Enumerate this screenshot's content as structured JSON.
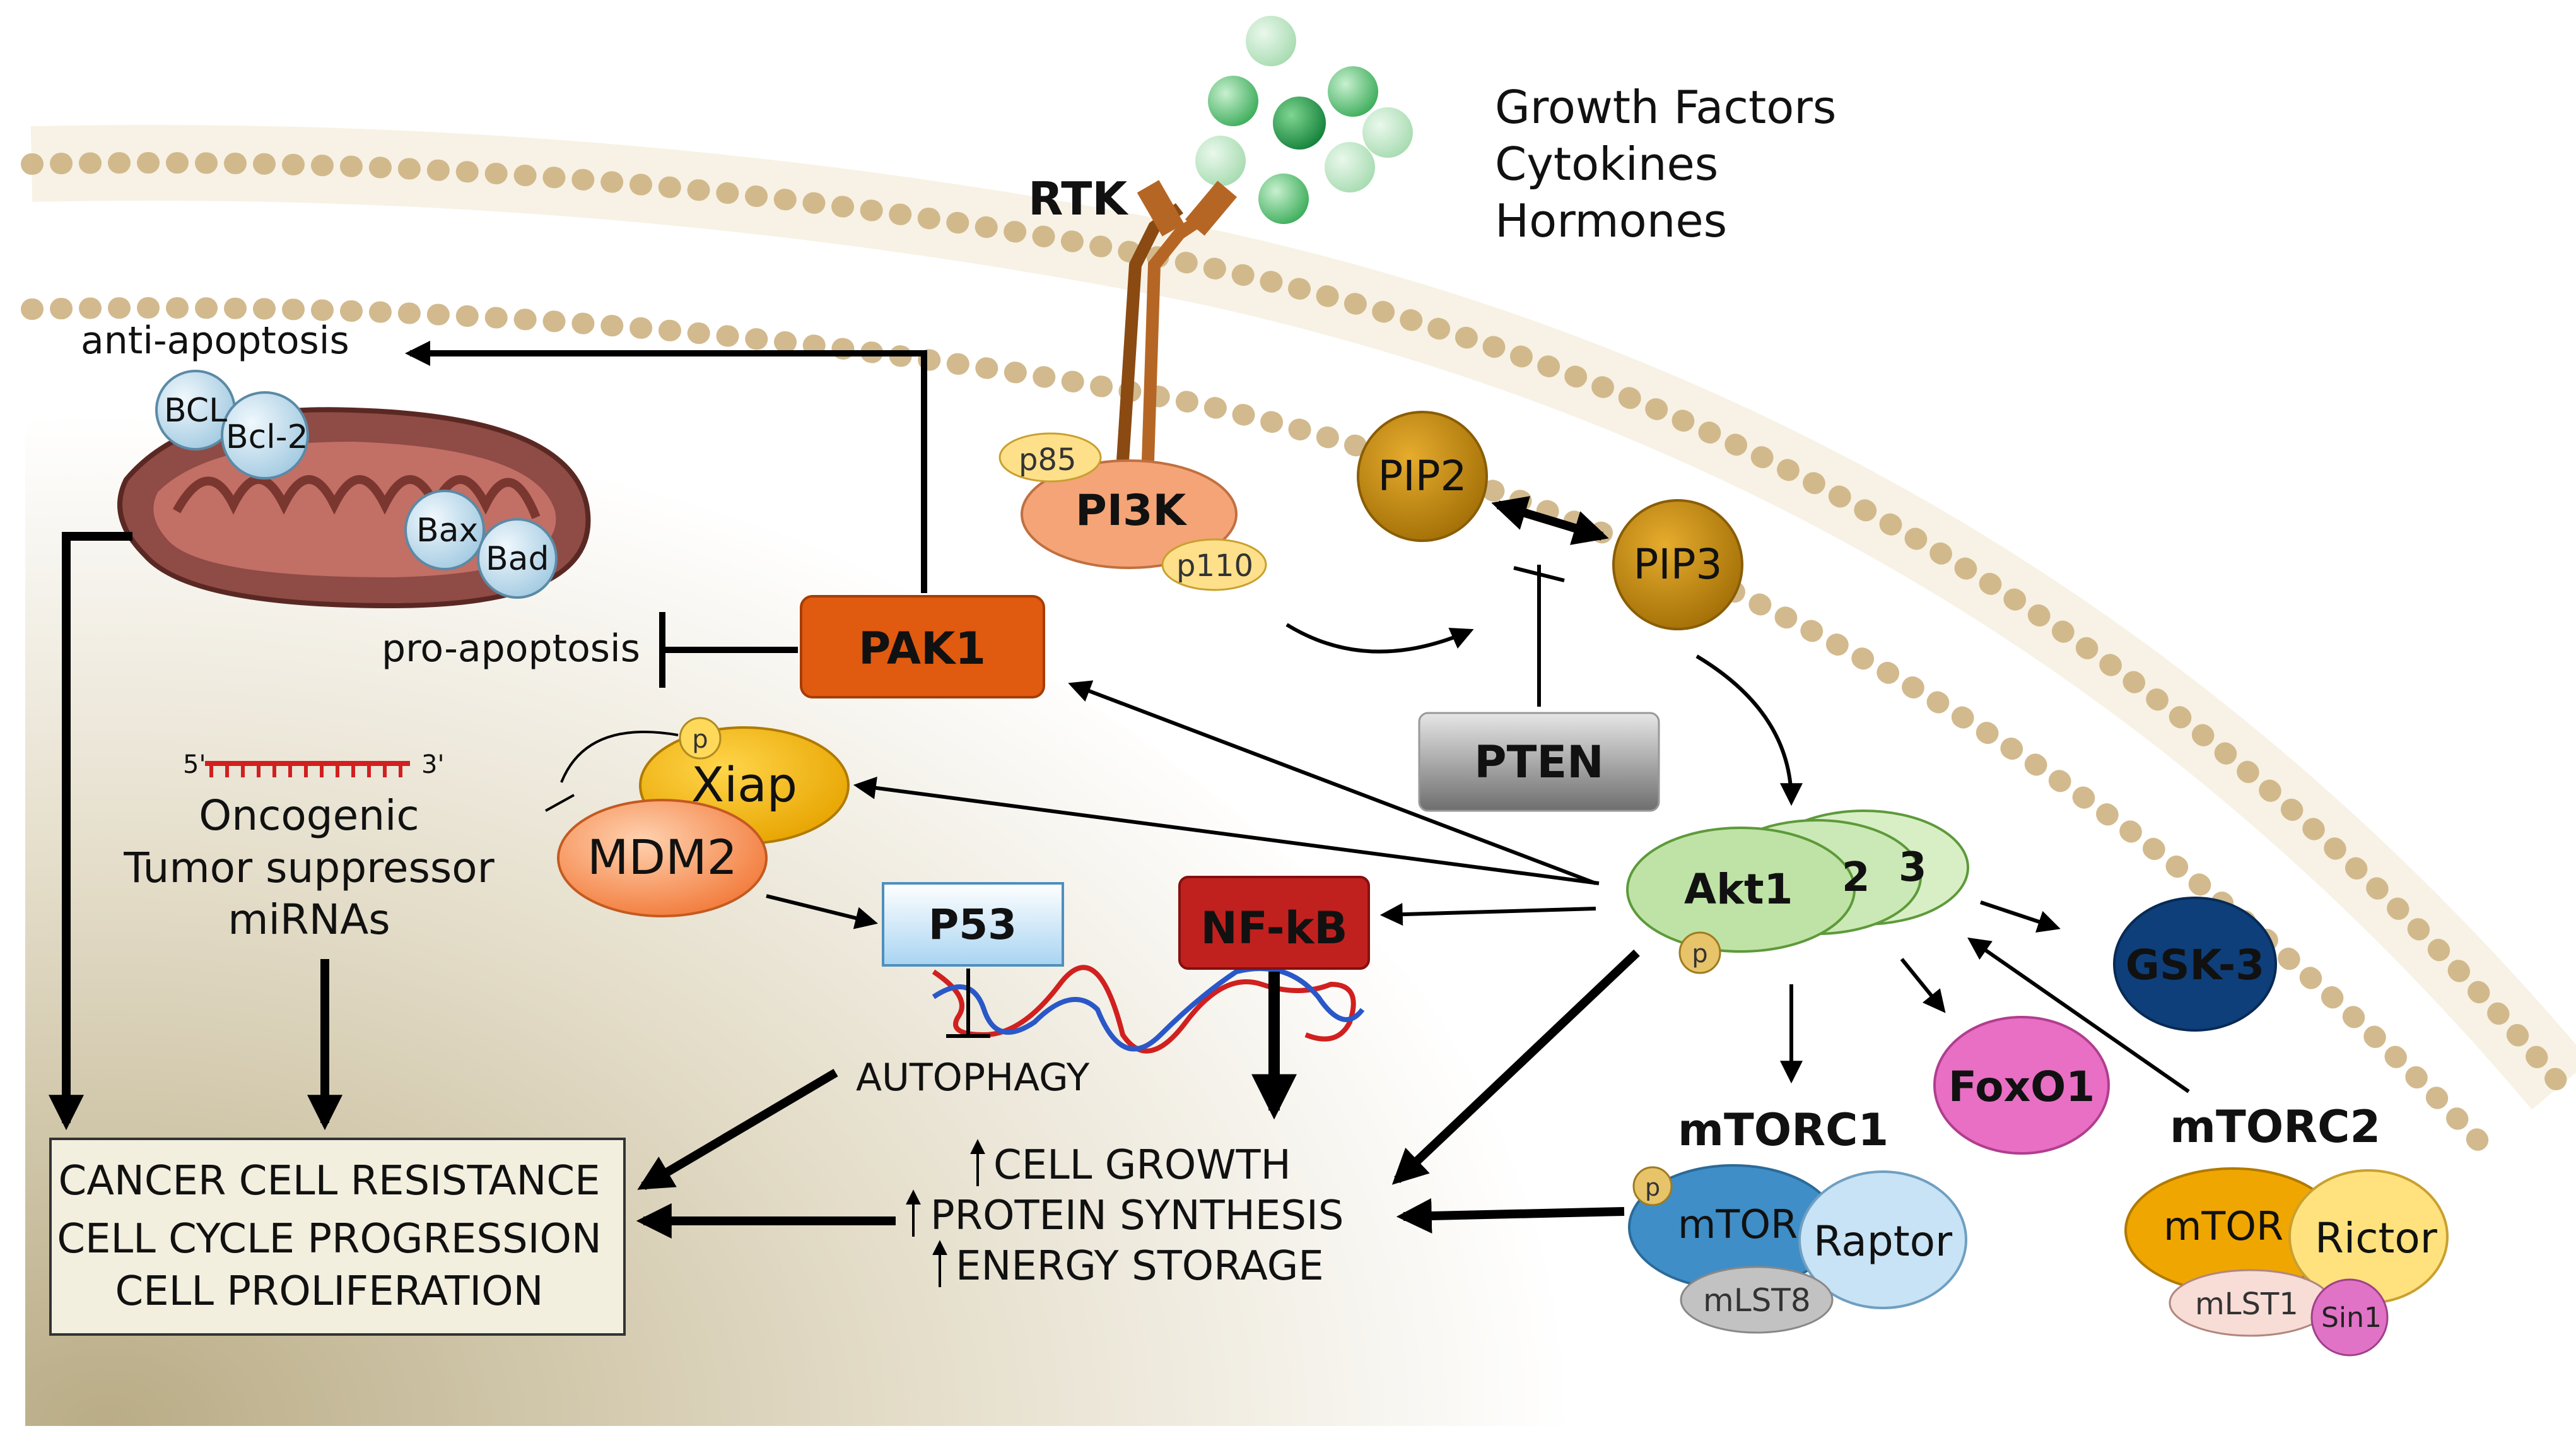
{
  "ligands": {
    "line1": "Growth Factors",
    "line2": "Cytokines",
    "line3": "Hormones"
  },
  "receptor": {
    "label": "RTK"
  },
  "pi3k": {
    "label": "PI3K",
    "sub1": "p85",
    "sub2": "p110"
  },
  "lipids": {
    "pip2": "PIP2",
    "pip3": "PIP3"
  },
  "pten": {
    "label": "PTEN"
  },
  "pak1": {
    "label": "PAK1"
  },
  "apoptosis": {
    "anti": "anti-apoptosis",
    "pro": "pro-apoptosis"
  },
  "mito": {
    "bcl": "BCL",
    "bcl2": "Bcl-2",
    "bax": "Bax",
    "bad": "Bad"
  },
  "mirna": {
    "five_prime": "5'",
    "three_prime": "3'",
    "line1": "Oncogenic",
    "line2": "Tumor suppressor",
    "line3": "miRNAs"
  },
  "xiap": {
    "label": "Xiap",
    "phospho": "p"
  },
  "mdm2": {
    "label": "MDM2"
  },
  "p53": {
    "label": "P53"
  },
  "nfkb": {
    "label": "NF-kB"
  },
  "autophagy": {
    "label": "AUTOPHAGY"
  },
  "akt": {
    "akt1": "Akt1",
    "akt2": "2",
    "akt3": "3",
    "phospho": "p"
  },
  "gsk3": {
    "label": "GSK-3"
  },
  "foxo1": {
    "label": "FoxO1"
  },
  "mtorc1": {
    "title": "mTORC1",
    "mtor": "mTOR",
    "raptor": "Raptor",
    "mlst8": "mLST8",
    "phospho": "p"
  },
  "mtorc2": {
    "title": "mTORC2",
    "mtor": "mTOR",
    "rictor": "Rictor",
    "mlst1": "mLST1",
    "sin1": "Sin1"
  },
  "outcomes": {
    "growth": "CELL GROWTH",
    "protein": "PROTEIN SYNTHESIS",
    "energy": "ENERGY STORAGE"
  },
  "cancer_box": {
    "line1": "CANCER CELL RESISTANCE",
    "line2": "CELL CYCLE PROGRESSION",
    "line3": "CELL PROLIFERATION"
  },
  "colors": {
    "akt_green": "#bfe3a6",
    "pak1_orange": "#e05a10",
    "nfkb_red": "#c0211f",
    "pip_gold": "#c58a0c",
    "gsk3_blue": "#0e3f7a",
    "foxo1_pink": "#e86fc4",
    "p53_blue": "#c9e6f8",
    "pten_gray": "#7f7f7f",
    "membrane_head": "#d8bf8c"
  }
}
